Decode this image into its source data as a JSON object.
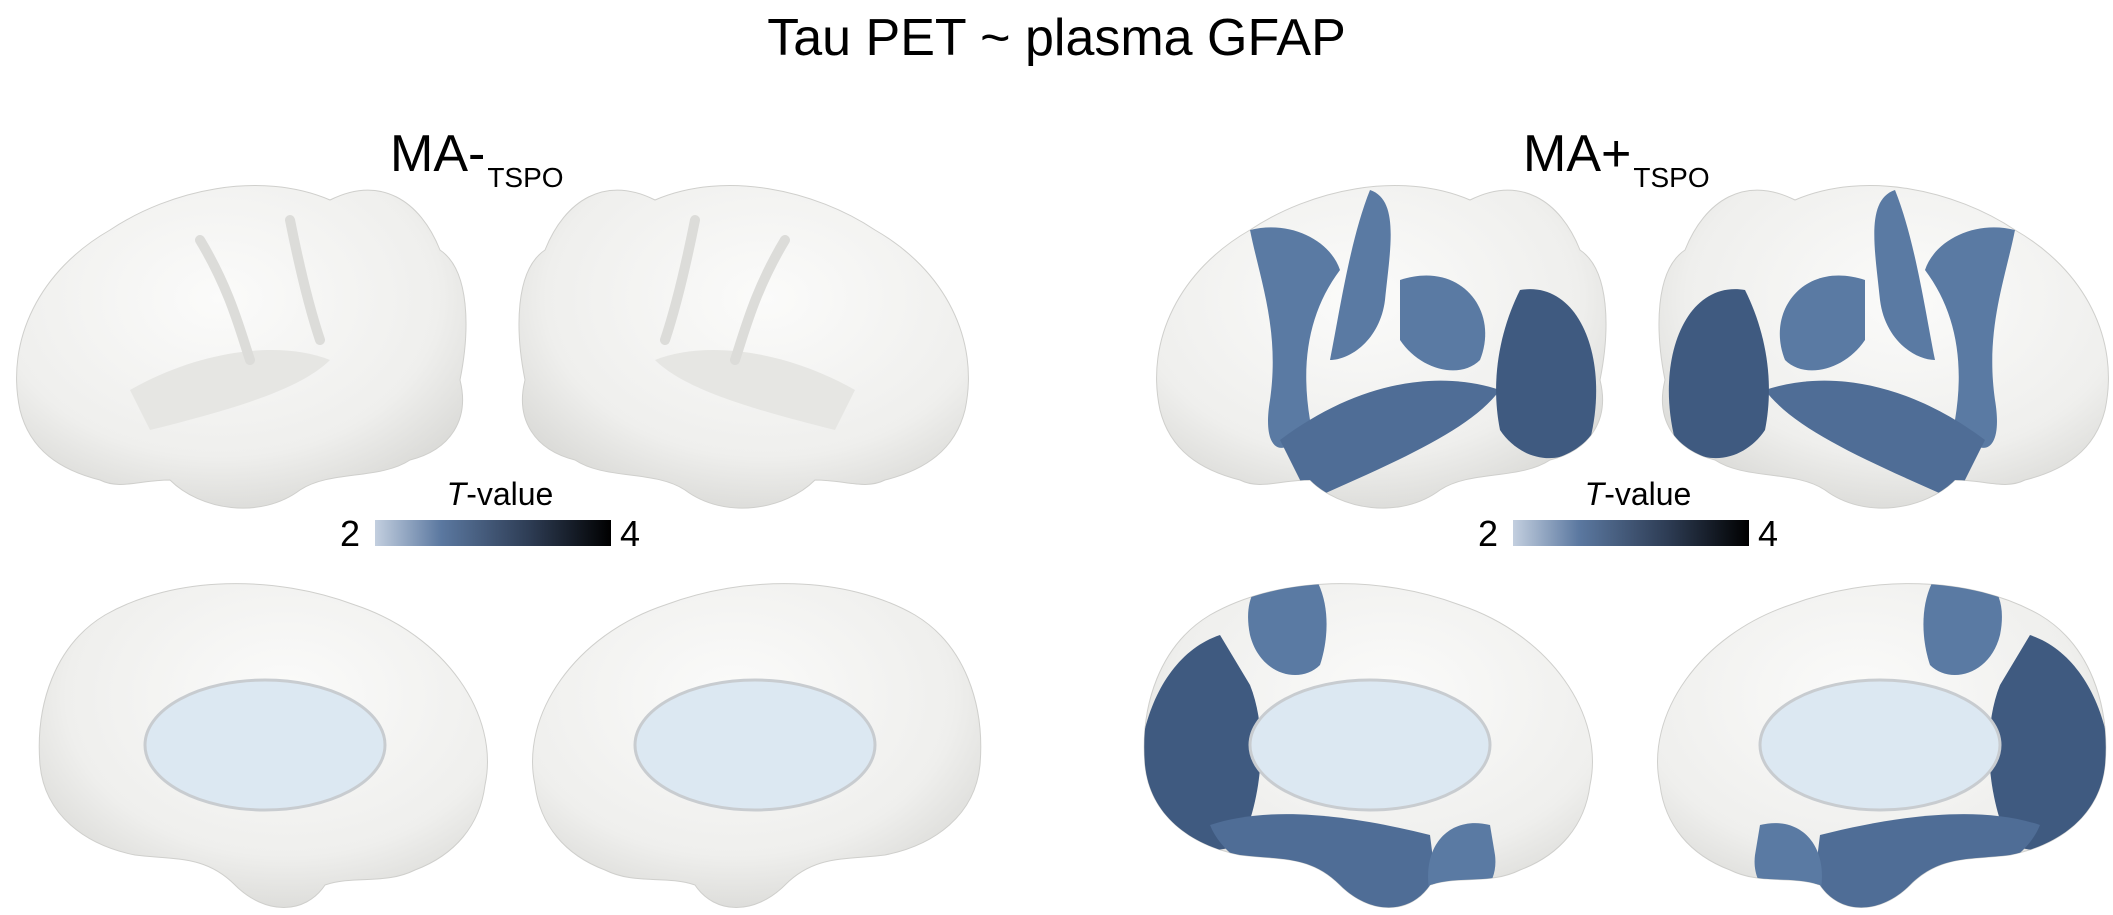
{
  "figure": {
    "title": "Tau PET ~  plasma GFAP"
  },
  "panels": [
    {
      "label_main": "MA-",
      "label_sub": "TSPO",
      "colorbar": {
        "title_italic": "T",
        "title_rest": "-value",
        "min": "2",
        "max": "4"
      },
      "views": [
        "left-lateral",
        "right-lateral",
        "left-medial",
        "right-medial"
      ],
      "significant_regions": "none"
    },
    {
      "label_main": "MA+",
      "label_sub": "TSPO",
      "colorbar": {
        "title_italic": "T",
        "title_rest": "-value",
        "min": "2",
        "max": "4"
      },
      "views": [
        "left-lateral",
        "right-lateral",
        "left-medial",
        "right-medial"
      ],
      "significant_regions": "temporal, parietal, occipital, precuneus, paracentral, fusiform/lingual"
    }
  ],
  "colors": {
    "surface": "#f2f2f0",
    "surface_shadow": "#d9d9d6",
    "medial_wall": "#dce8f2",
    "significant_fill": "#5a7aa3",
    "significant_dark": "#3f5a80",
    "cmap_low": "#c3cfdf",
    "cmap_mid": "#5b78a0",
    "cmap_high": "#000000"
  }
}
